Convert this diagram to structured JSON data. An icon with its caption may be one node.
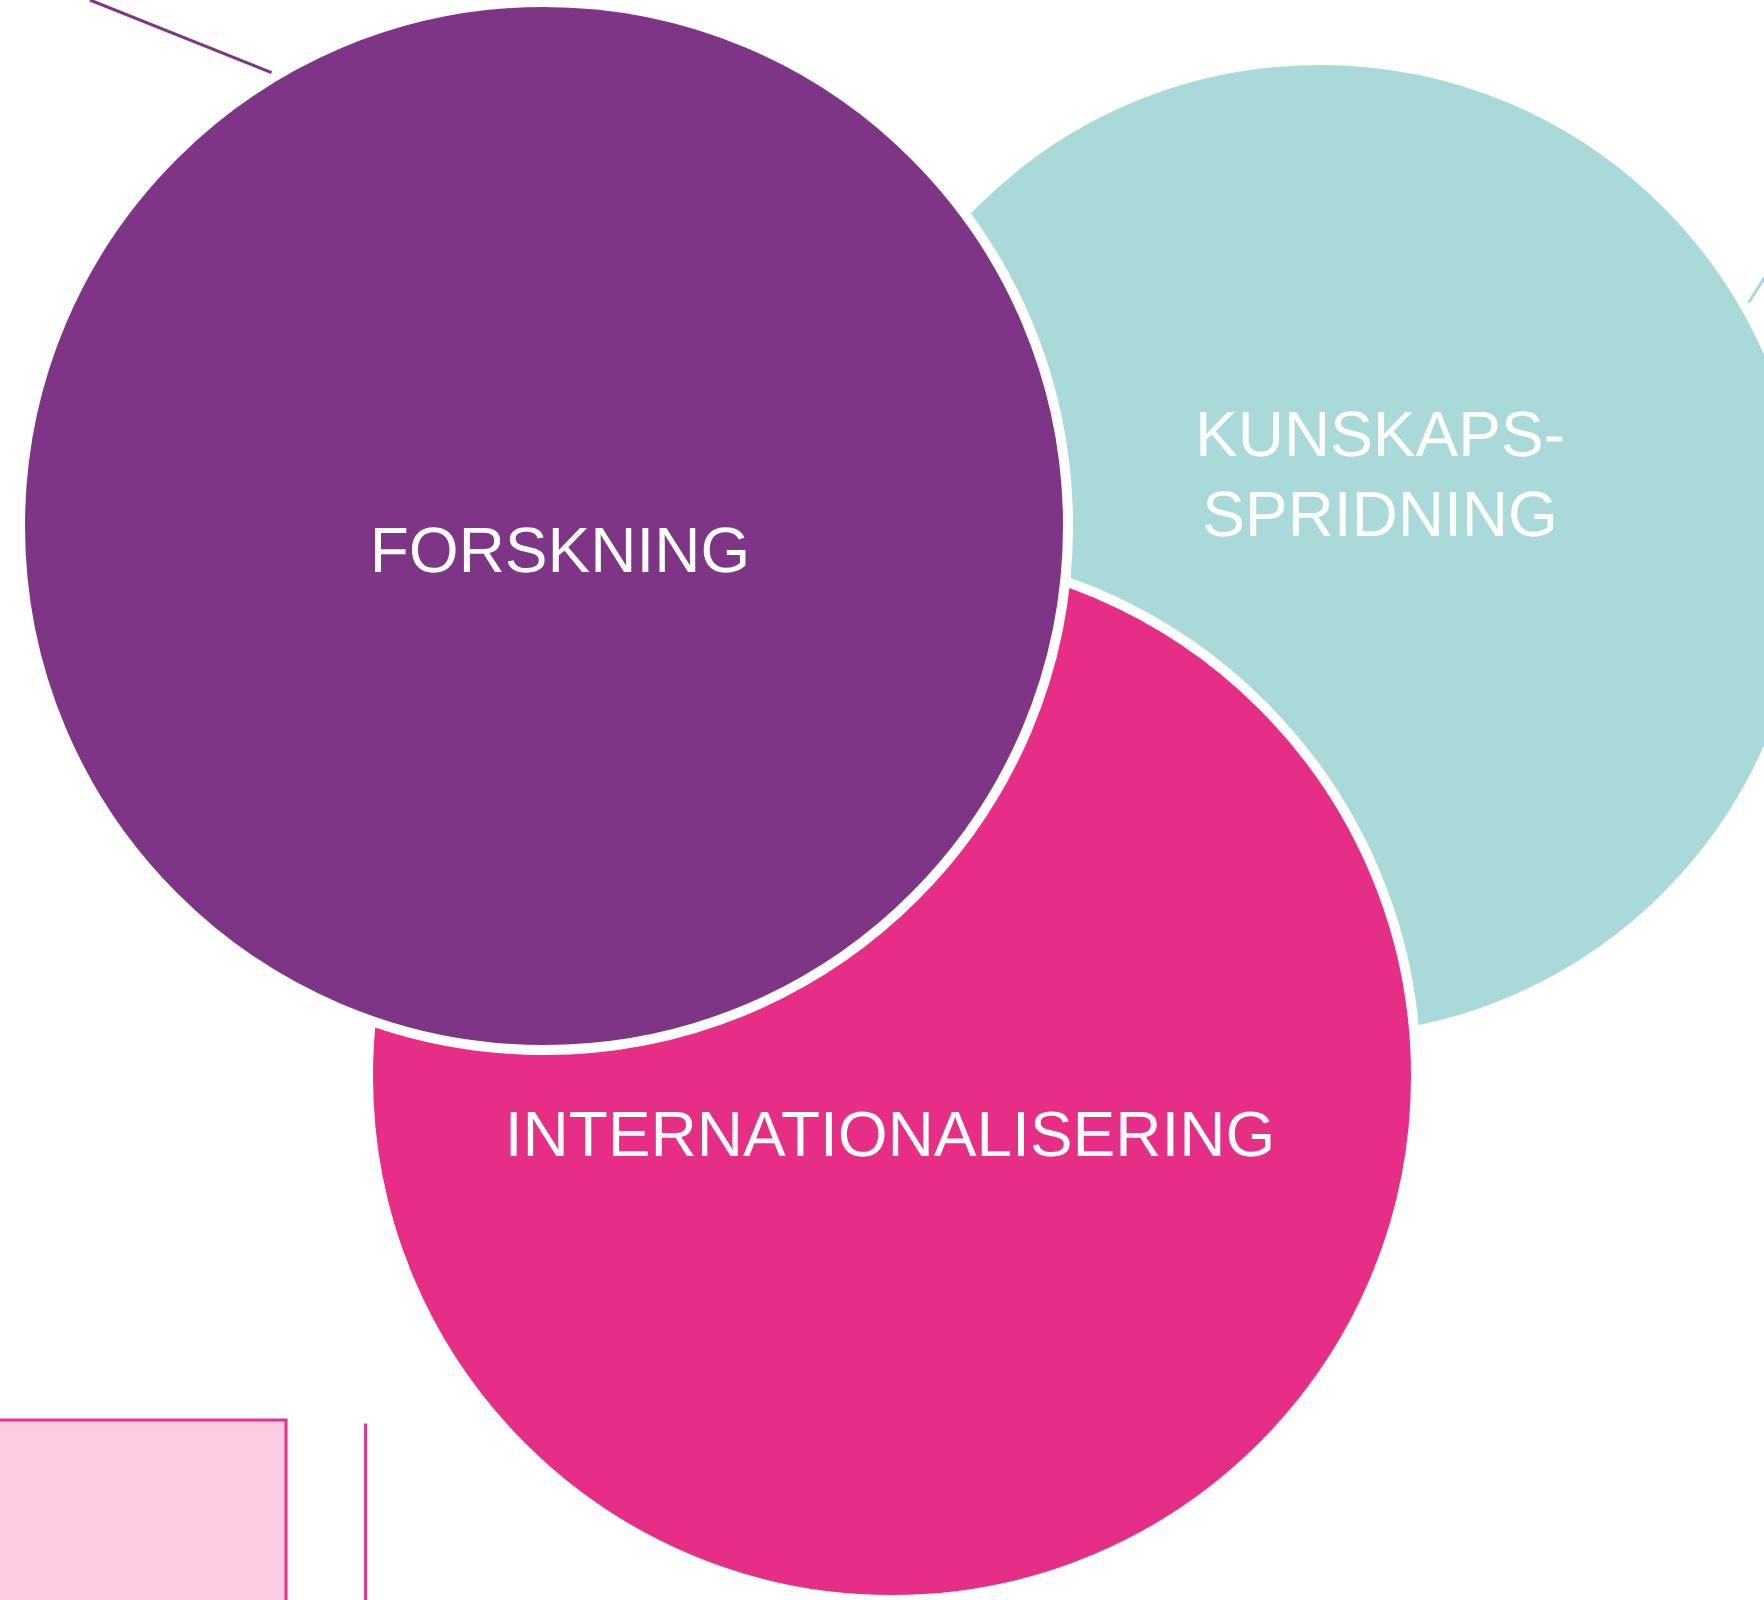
{
  "diagram": {
    "nodes": [
      {
        "text": [
          "FORSKNING"
        ]
      },
      {
        "text": [
          "KUNSKAPS- SPRIDNING"
        ]
      },
      {
        "text": [
          "INTERNATIONALISERING"
        ]
      },
      {
        "text": [],
        "shape": "box"
      },
      {
        "text": [],
        "shape": "box"
      }
    ],
    "edges": [
      {
        "from": null,
        "to": 0,
        "arrow": "none"
      },
      {
        "from": null,
        "to": 1,
        "arrow": "none",
        "color": "#a9d9d9"
      }
    ]
  }
}
